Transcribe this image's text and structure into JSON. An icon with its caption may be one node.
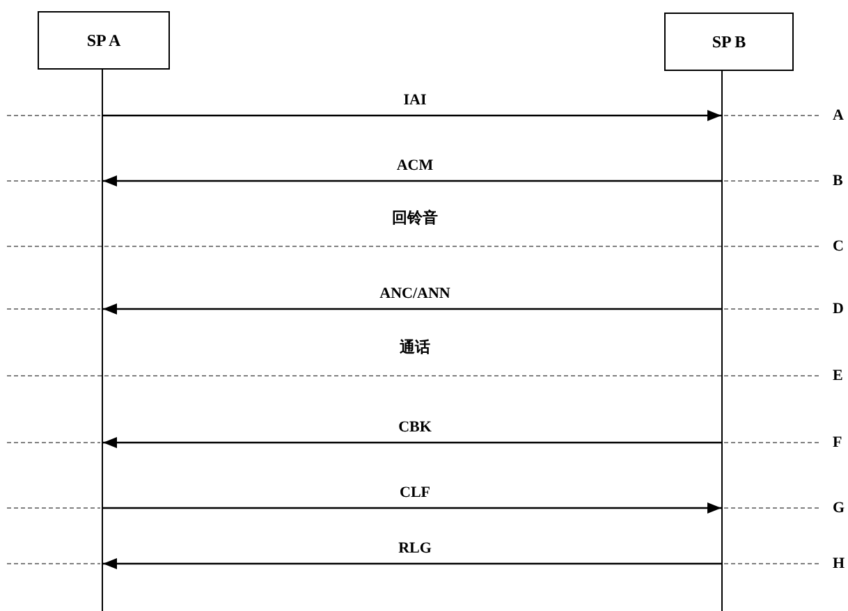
{
  "diagram": {
    "nodes": [
      {
        "text": [
          "SP A"
        ]
      },
      {
        "text": [
          "SP B"
        ]
      },
      {
        "text": [],
        "shape": "bar"
      },
      {
        "text": [],
        "shape": "bar"
      }
    ],
    "edges": [
      {
        "from": 2,
        "to": 3,
        "arrow": "to",
        "label": "IAI"
      },
      {
        "from": 3,
        "to": 2,
        "arrow": "to",
        "label": "ACM"
      },
      {
        "from": 3,
        "to": 2,
        "arrow": "to",
        "label": "ANC/ANN"
      },
      {
        "from": 3,
        "to": 2,
        "arrow": "to",
        "label": "CBK"
      },
      {
        "from": 2,
        "to": 3,
        "arrow": "to",
        "label": "CLF"
      },
      {
        "from": 3,
        "to": 2,
        "arrow": "to",
        "label": "RLG"
      }
    ],
    "labels": [
      "A",
      "B",
      "回铃音",
      "C",
      "D",
      "通话",
      "E",
      "F",
      "G",
      "H"
    ]
  }
}
